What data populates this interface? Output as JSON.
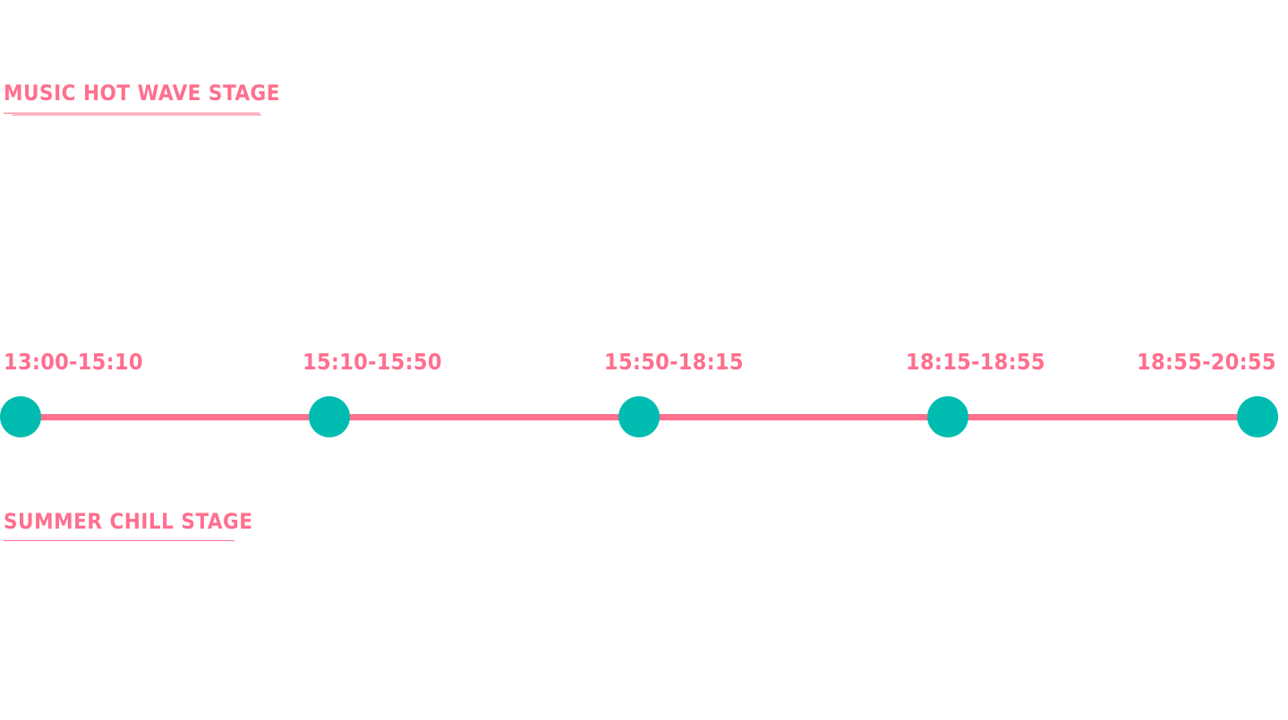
{
  "colors": {
    "accent_pink": "#ff6f8e",
    "node_teal": "#00bcb0",
    "background": "#ffffff"
  },
  "stages": [
    {
      "title": "MUSIC HOT WAVE STAGE"
    },
    {
      "title": "SUMMER CHILL STAGE"
    }
  ],
  "timeline": {
    "slots": [
      {
        "time": "13:00-15:10"
      },
      {
        "time": "15:10-15:50"
      },
      {
        "time": "15:50-18:15"
      },
      {
        "time": "18:15-18:55"
      },
      {
        "time": "18:55-20:55"
      }
    ]
  }
}
